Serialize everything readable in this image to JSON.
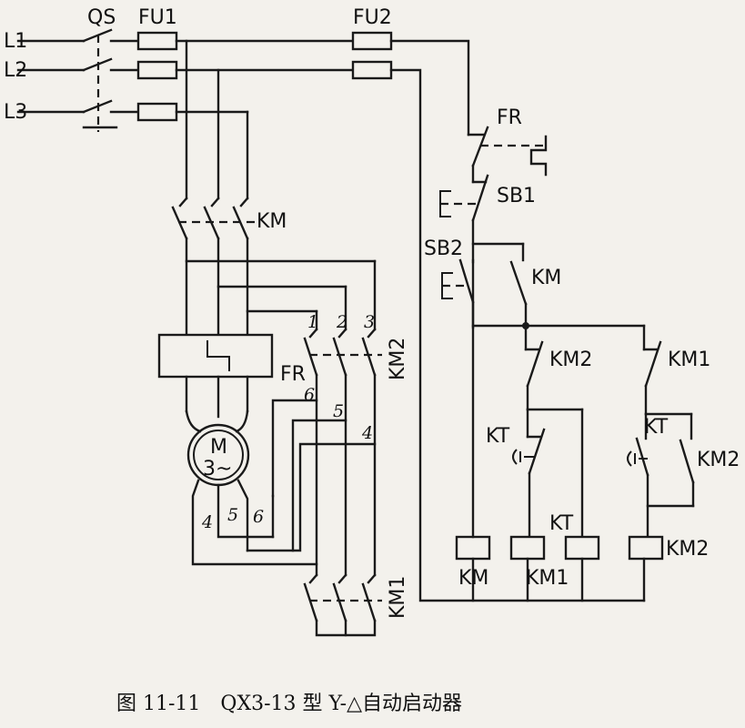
{
  "labels": {
    "l1": "L1",
    "l2": "L2",
    "l3": "L3",
    "qs": "QS",
    "fu1": "FU1",
    "fu2": "FU2",
    "km_main": "KM",
    "km2_power": "KM2",
    "km1_power": "KM1",
    "fr_power": "FR",
    "fr_ctrl": "FR",
    "sb1": "SB1",
    "sb2": "SB2",
    "km_aux": "KM",
    "km2_nc": "KM2",
    "km1_nc": "KM1",
    "kt_nc": "KT",
    "kt_no": "KT",
    "km2_no": "KM2",
    "kt_coil": "KT",
    "km_coil": "KM",
    "km1_coil": "KM1",
    "km2_coil": "KM2",
    "motor_m": "M",
    "motor_phase": "3~",
    "n1": "1",
    "n2": "2",
    "n3": "3",
    "n4": "4",
    "n5": "5",
    "n6": "6",
    "nb4": "4",
    "nb5": "5",
    "nb6": "6"
  },
  "caption": "图 11-11　QX3-13 型 Y-△自动启动器"
}
